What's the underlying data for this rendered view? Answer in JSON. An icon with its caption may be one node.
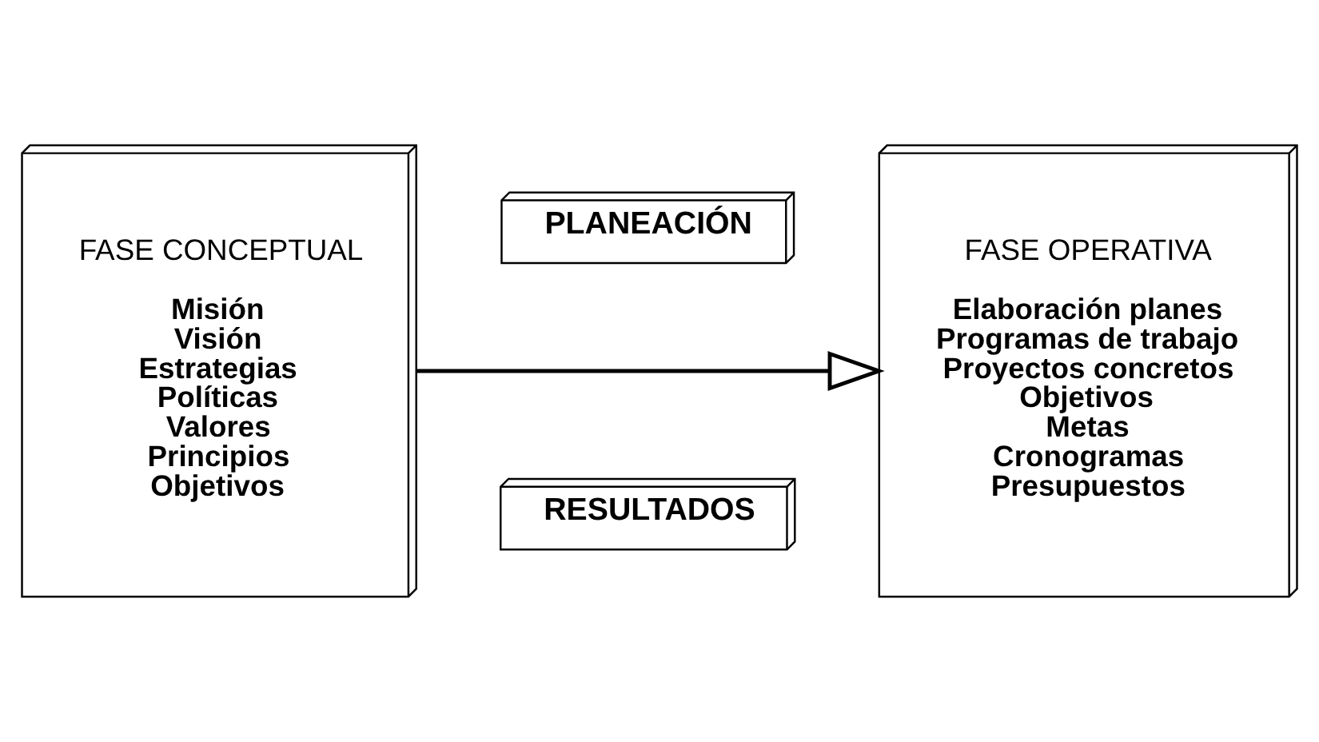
{
  "diagram": {
    "nodes": [
      {
        "text": [
          "PLANEACIÓN"
        ]
      },
      {
        "text": [
          "FASE CONCEPTUAL",
          "Misión",
          "Visión",
          "Estrategias",
          "Políticas",
          "Valores",
          "Principios",
          "Objetivos"
        ]
      },
      {
        "text": [
          "FASE OPERATIVA",
          "Elaboración planes",
          "Programas de trabajo",
          "Proyectos concretos",
          "Objetivos",
          "Metas",
          "Cronogramas",
          "Presupuestos"
        ]
      },
      {
        "text": [
          "RESULTADOS"
        ]
      }
    ],
    "edges": [
      {
        "from": 1,
        "to": 2,
        "arrow": "to"
      }
    ]
  }
}
